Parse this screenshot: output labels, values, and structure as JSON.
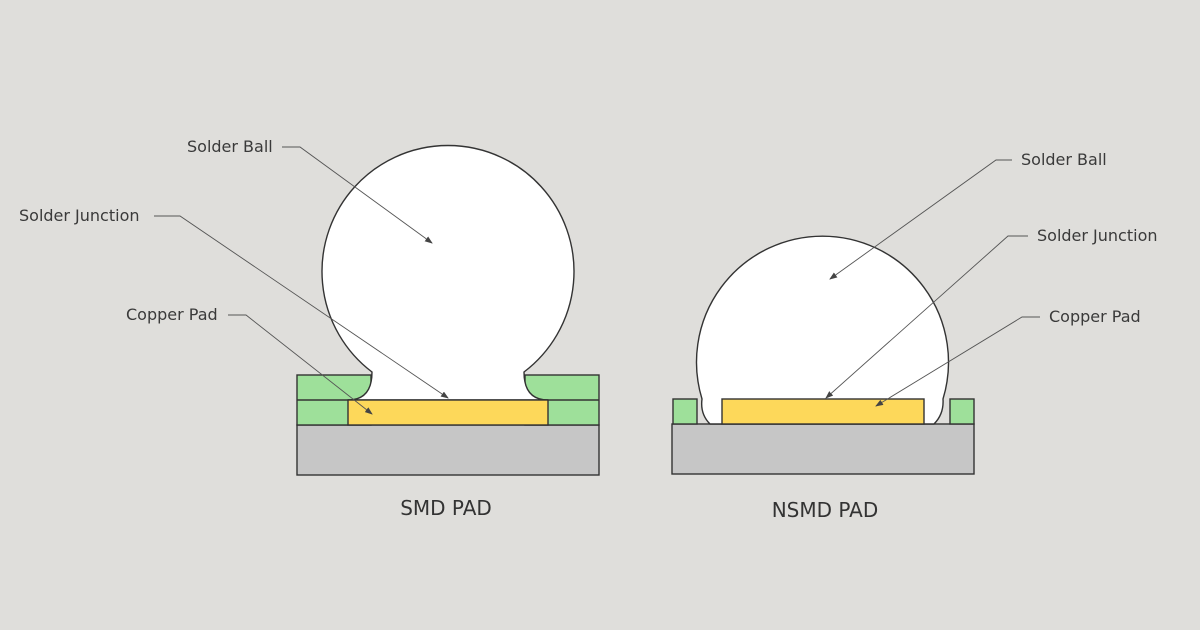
{
  "colors": {
    "background": "#dfdedb",
    "solder": "#ffffff",
    "copper_pad": "#fdd85a",
    "solder_mask": "#9ee09a",
    "substrate": "#c6c6c6",
    "outline": "#333333"
  },
  "smd": {
    "caption": "SMD PAD",
    "labels": {
      "solder_ball": "Solder Ball",
      "solder_junction": "Solder Junction",
      "copper_pad": "Copper Pad"
    }
  },
  "nsmd": {
    "caption": "NSMD PAD",
    "labels": {
      "solder_ball": "Solder Ball",
      "solder_junction": "Solder Junction",
      "copper_pad": "Copper Pad"
    }
  }
}
